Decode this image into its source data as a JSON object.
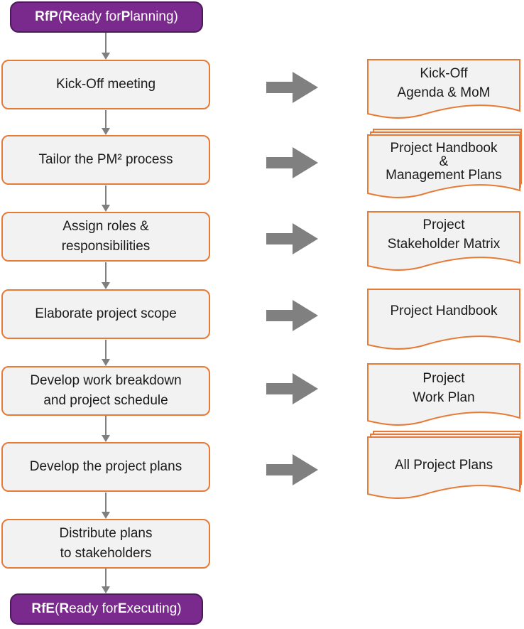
{
  "gates": {
    "start": {
      "abbr": "RfP",
      "open": " (",
      "w1": "R",
      "r1": "eady for ",
      "w2": "P",
      "r2": "lanning",
      "close": ")"
    },
    "end": {
      "abbr": "RfE",
      "open": " (",
      "w1": "R",
      "r1": "eady for ",
      "w2": "E",
      "r2": "xecuting",
      "close": ")"
    }
  },
  "steps": [
    {
      "lines": [
        "Kick-Off meeting"
      ]
    },
    {
      "lines": [
        "Tailor the PM² process"
      ]
    },
    {
      "lines": [
        "Assign roles &",
        "responsibilities"
      ]
    },
    {
      "lines": [
        "Elaborate project scope"
      ]
    },
    {
      "lines": [
        "Develop work breakdown",
        "and project schedule"
      ]
    },
    {
      "lines": [
        "Develop the project plans"
      ]
    },
    {
      "lines": [
        "Distribute plans",
        "to stakeholders"
      ]
    }
  ],
  "outputs": [
    {
      "lines": [
        "Kick-Off",
        "Agenda & MoM"
      ],
      "multi": false
    },
    {
      "lines": [
        "Project Handbook",
        "&",
        "Management Plans"
      ],
      "multi": true
    },
    {
      "lines": [
        "Project",
        "Stakeholder Matrix"
      ],
      "multi": false
    },
    {
      "lines": [
        "Project Handbook"
      ],
      "multi": false
    },
    {
      "lines": [
        "Project",
        "Work Plan"
      ],
      "multi": false
    },
    {
      "lines": [
        "All Project Plans"
      ],
      "multi": true
    }
  ],
  "colors": {
    "gate_fill": "#7a2a8c",
    "step_border": "#e87a37",
    "step_fill": "#f2f2f2",
    "arrow": "#808080",
    "connector": "#7f7f7f"
  }
}
